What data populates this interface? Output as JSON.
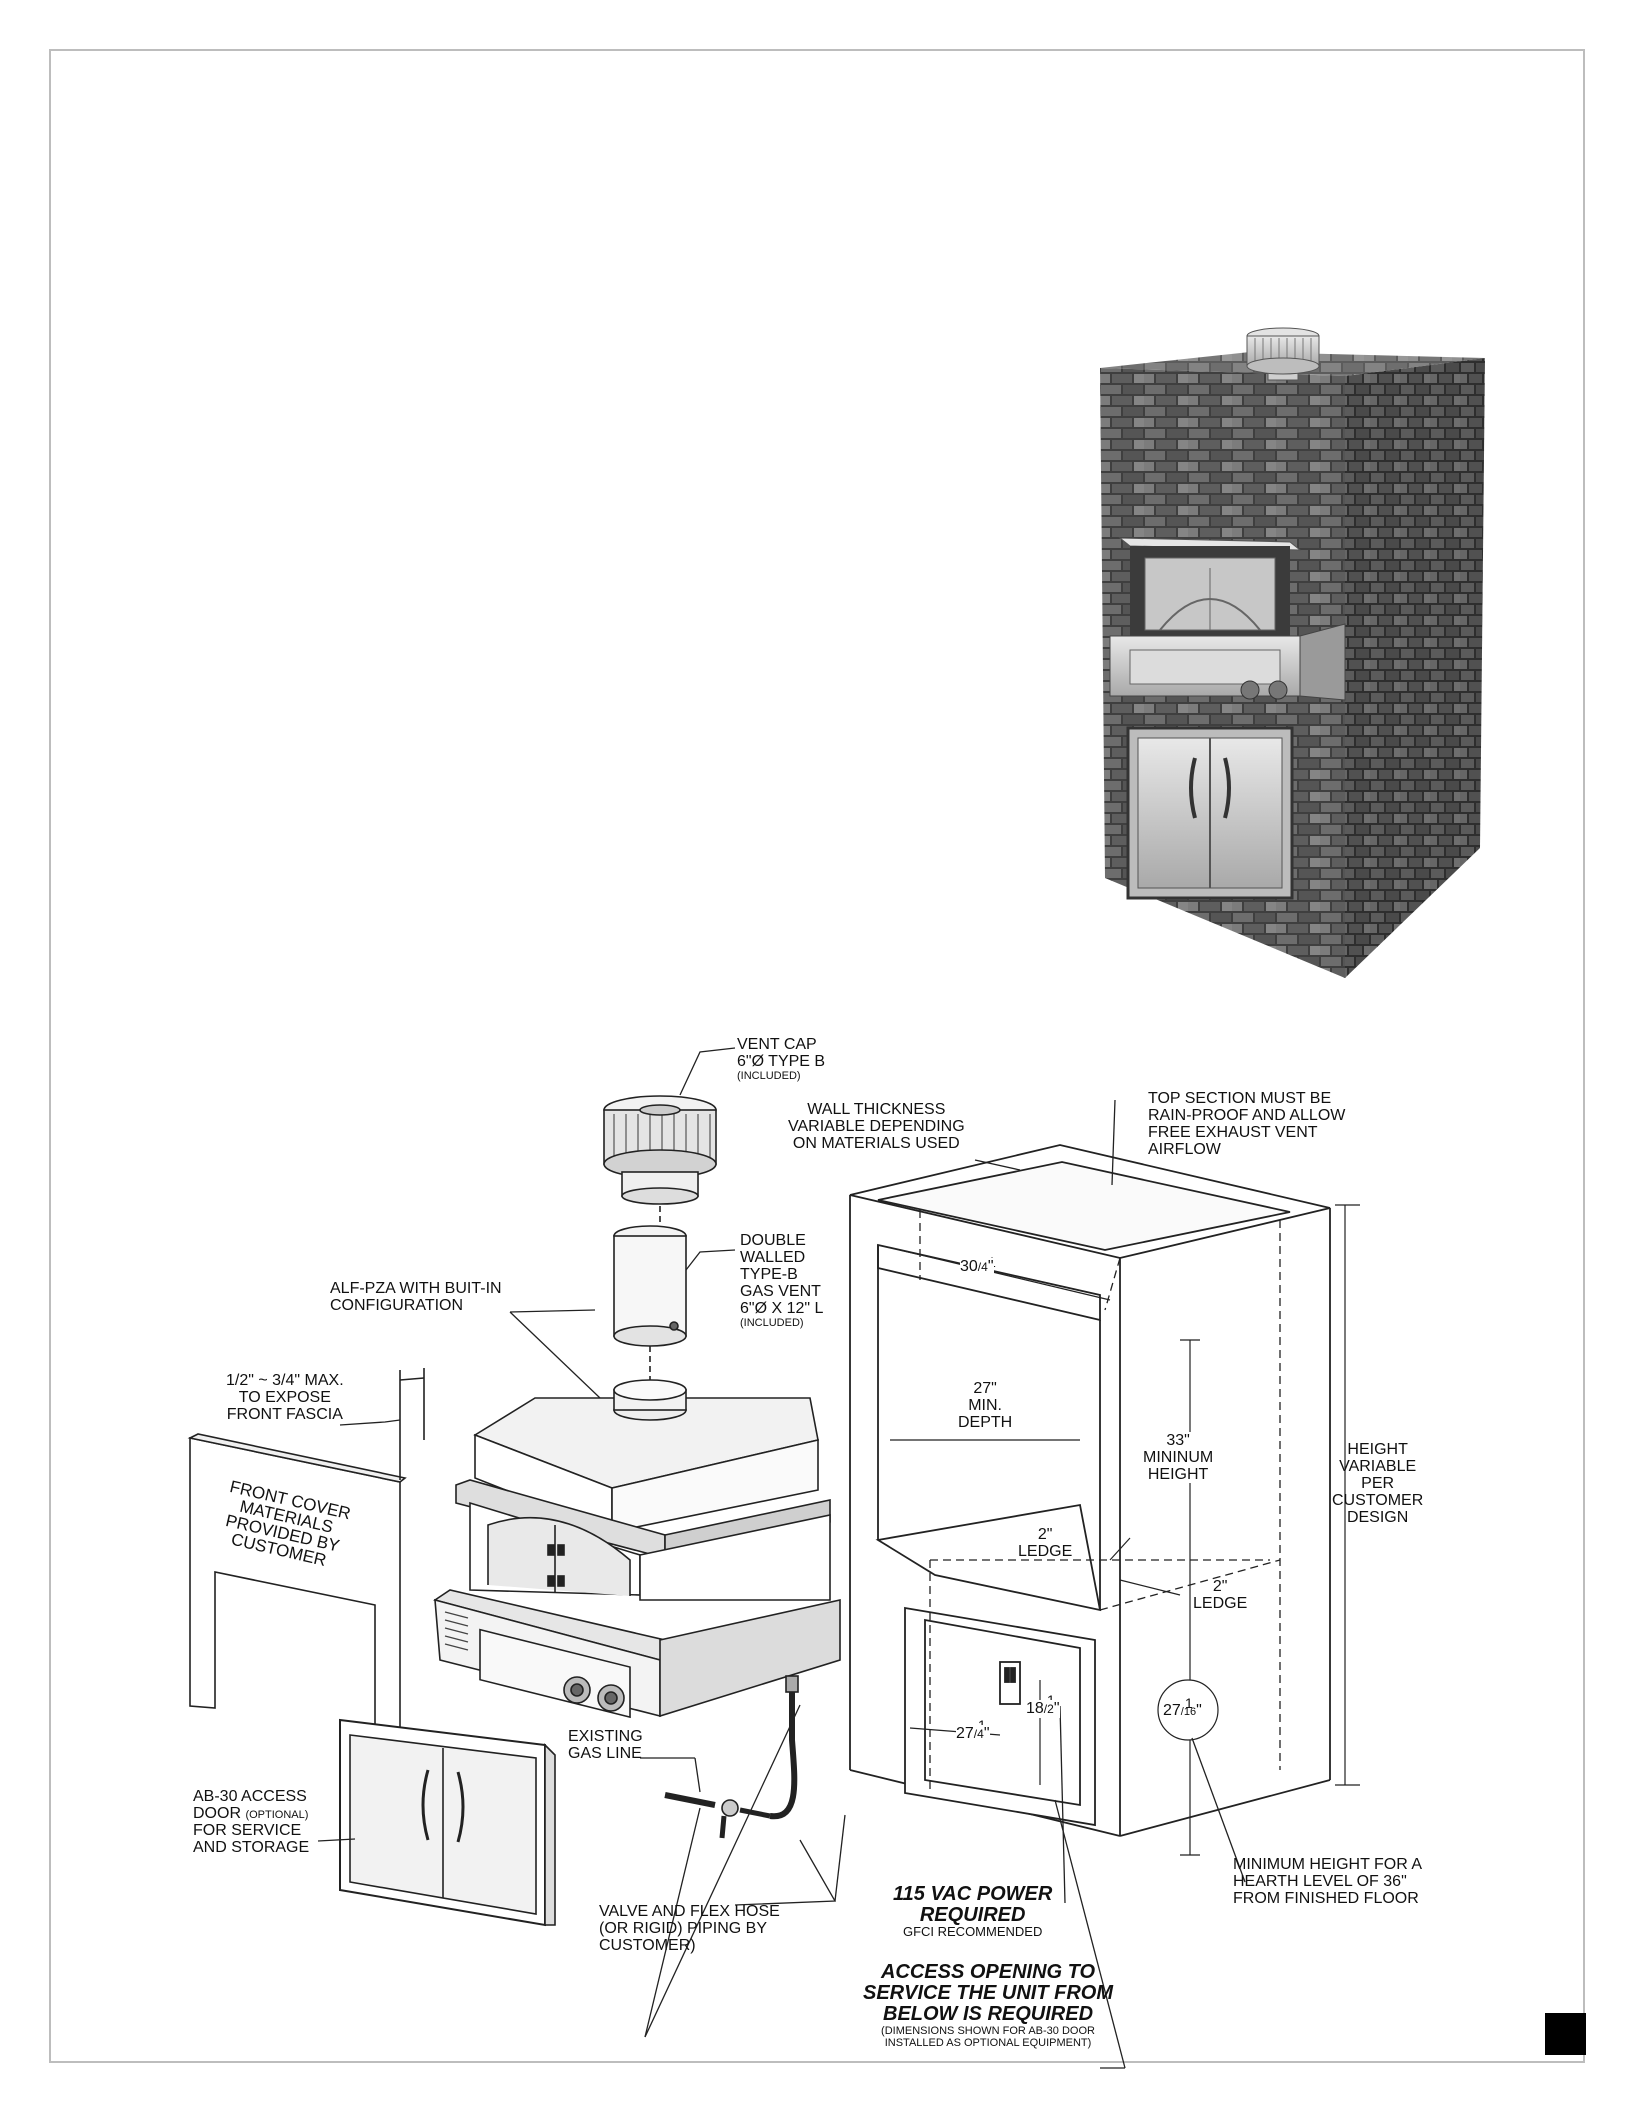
{
  "labels": {
    "vent_cap": {
      "lines": [
        "VENT CAP",
        "6\"Ø TYPE B"
      ],
      "note": "(INCLUDED)"
    },
    "wall_thickness": {
      "lines": [
        "WALL THICKNESS",
        "VARIABLE DEPENDING",
        "ON MATERIALS USED"
      ]
    },
    "top_section": {
      "lines": [
        "TOP SECTION MUST BE",
        "RAIN-PROOF AND ALLOW",
        "FREE EXHAUST VENT",
        "AIRFLOW"
      ]
    },
    "gas_vent": {
      "lines": [
        "DOUBLE",
        "WALLED",
        "TYPE-B",
        "GAS VENT",
        "6\"Ø x 12\" L"
      ],
      "note": "(INCLUDED)"
    },
    "alf_pza": {
      "lines": [
        "ALF-PZA WITH BUIT-IN",
        "CONFIGURATION"
      ]
    },
    "fascia_gap": {
      "lines": [
        "1/2\" ~ 3/4\" MAX.",
        "TO EXPOSE",
        "FRONT FASCIA"
      ]
    },
    "front_cover": {
      "lines": [
        "FRONT COVER",
        "MATERIALS",
        "PROVIDED BY",
        "CUSTOMER"
      ]
    },
    "height_variable": {
      "lines": [
        "HEIGHT",
        "VARIABLE",
        "PER",
        "CUSTOMER",
        "DESIGN"
      ]
    },
    "min_height": {
      "lines": [
        "33\"",
        "MININUM",
        "HEIGHT"
      ]
    },
    "min_depth": {
      "lines": [
        "27\"",
        "MIN.",
        "DEPTH"
      ]
    },
    "ledge_upper": {
      "lines": [
        "2\"",
        "LEDGE"
      ]
    },
    "ledge_lower": {
      "lines": [
        "2\"",
        "LEDGE"
      ]
    },
    "existing_gas_line": {
      "lines": [
        "EXISTING",
        "GAS LINE"
      ]
    },
    "access_door": {
      "lines": [
        "AB-30 ACCESS",
        "DOOR",
        "FOR SERVICE",
        "AND STORAGE"
      ],
      "optional": "(OPTIONAL)"
    },
    "valve_flex": {
      "lines": [
        "VALVE AND FLEX HOSE",
        "(OR RIGID) PIPING BY",
        "CUSTOMER)"
      ]
    },
    "hearth_level": {
      "lines": [
        "MINIMUM HEIGHT FOR A",
        "HEARTH LEVEL OF 36\"",
        "FROM FINISHED FLOOR"
      ]
    },
    "power": {
      "lines": [
        "115 VAC POWER",
        "REQUIRED"
      ],
      "note": "GFCI  RECOMMENDED"
    },
    "access_opening": {
      "lines": [
        "ACCESS OPENING TO",
        "SERVICE THE UNIT FROM",
        "BELOW IS REQUIRED"
      ],
      "note_lines": [
        "(DIMENSIONS SHOWN FOR AB-30 DOOR",
        "INSTALLED AS OPTIONAL EQUIPMENT)"
      ]
    }
  },
  "dimensions": {
    "width_top": {
      "whole": "30",
      "num": "1",
      "den": "4",
      "unit": "\""
    },
    "opening_height": {
      "whole": "18",
      "num": "1",
      "den": "2",
      "unit": "\""
    },
    "opening_width": {
      "whole": "27",
      "num": "1",
      "den": "4",
      "unit": "\""
    },
    "circle": {
      "whole": "27",
      "num": "1",
      "den": "16",
      "unit": "\""
    }
  },
  "colors": {
    "frame": "#bdbdbd",
    "ink": "#111111",
    "brick_dark": "#4a4a4a",
    "brick_light": "#8c8c8c",
    "steel": "#d6d6d6"
  }
}
